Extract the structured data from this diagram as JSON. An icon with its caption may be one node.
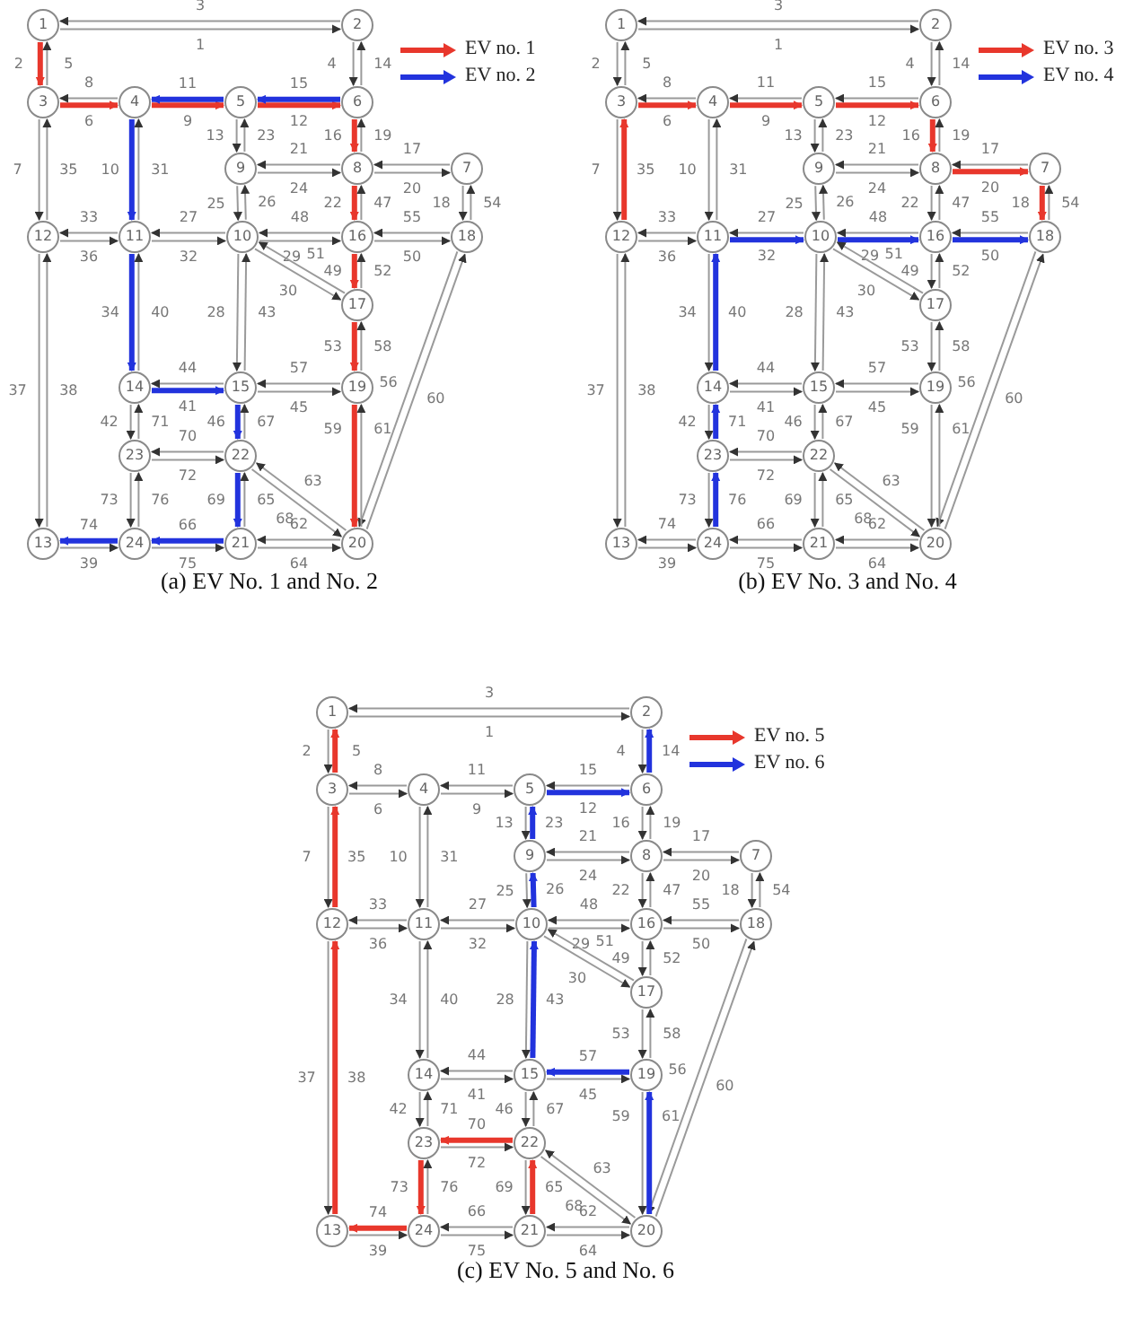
{
  "diagram": {
    "nodes": [
      {
        "text": [
          "1"
        ]
      },
      {
        "text": [
          "2"
        ]
      },
      {
        "text": [
          "3"
        ]
      },
      {
        "text": [
          "4"
        ]
      },
      {
        "text": [
          "5"
        ]
      },
      {
        "text": [
          "6"
        ]
      },
      {
        "text": [
          "7"
        ]
      },
      {
        "text": [
          "8"
        ]
      },
      {
        "text": [
          "9"
        ]
      },
      {
        "text": [
          "10"
        ]
      },
      {
        "text": [
          "11"
        ]
      },
      {
        "text": [
          "12"
        ]
      },
      {
        "text": [
          "13"
        ]
      },
      {
        "text": [
          "14"
        ]
      },
      {
        "text": [
          "15"
        ]
      },
      {
        "text": [
          "16"
        ]
      },
      {
        "text": [
          "17"
        ]
      },
      {
        "text": [
          "18"
        ]
      },
      {
        "text": [
          "19"
        ]
      },
      {
        "text": [
          "20"
        ]
      },
      {
        "text": [
          "21"
        ]
      },
      {
        "text": [
          "22"
        ]
      },
      {
        "text": [
          "23"
        ]
      },
      {
        "text": [
          "24"
        ]
      },
      {
        "text": [
          "1"
        ]
      },
      {
        "text": [
          "2"
        ]
      },
      {
        "text": [
          "3"
        ]
      },
      {
        "text": [
          "4"
        ]
      },
      {
        "text": [
          "5"
        ]
      },
      {
        "text": [
          "6"
        ]
      },
      {
        "text": [
          "7"
        ]
      },
      {
        "text": [
          "8"
        ]
      },
      {
        "text": [
          "9"
        ]
      },
      {
        "text": [
          "10"
        ]
      },
      {
        "text": [
          "11"
        ]
      },
      {
        "text": [
          "12"
        ]
      },
      {
        "text": [
          "13"
        ]
      },
      {
        "text": [
          "14"
        ]
      },
      {
        "text": [
          "15"
        ]
      },
      {
        "text": [
          "16"
        ]
      },
      {
        "text": [
          "17"
        ]
      },
      {
        "text": [
          "18"
        ]
      },
      {
        "text": [
          "19"
        ]
      },
      {
        "text": [
          "20"
        ]
      },
      {
        "text": [
          "21"
        ]
      },
      {
        "text": [
          "22"
        ]
      },
      {
        "text": [
          "23"
        ]
      },
      {
        "text": [
          "24"
        ]
      },
      {
        "text": [
          "1"
        ]
      },
      {
        "text": [
          "2"
        ]
      },
      {
        "text": [
          "3"
        ]
      },
      {
        "text": [
          "4"
        ]
      },
      {
        "text": [
          "5"
        ]
      },
      {
        "text": [
          "6"
        ]
      },
      {
        "text": [
          "7"
        ]
      },
      {
        "text": [
          "8"
        ]
      },
      {
        "text": [
          "9"
        ]
      },
      {
        "text": [
          "10"
        ]
      },
      {
        "text": [
          "11"
        ]
      },
      {
        "text": [
          "12"
        ]
      },
      {
        "text": [
          "13"
        ]
      },
      {
        "text": [
          "14"
        ]
      },
      {
        "text": [
          "15"
        ]
      },
      {
        "text": [
          "16"
        ]
      },
      {
        "text": [
          "17"
        ]
      },
      {
        "text": [
          "18"
        ]
      },
      {
        "text": [
          "19"
        ]
      },
      {
        "text": [
          "20"
        ]
      },
      {
        "text": [
          "21"
        ]
      },
      {
        "text": [
          "22"
        ]
      },
      {
        "text": [
          "23"
        ]
      },
      {
        "text": [
          "24"
        ]
      }
    ],
    "edges": [
      {
        "from": 0,
        "to": 1,
        "arrow": "to",
        "label": "1"
      },
      {
        "from": 0,
        "to": 2,
        "arrow": "to",
        "label": "2",
        "style": "thick",
        "color": "#e8372c"
      },
      {
        "from": 1,
        "to": 0,
        "arrow": "to",
        "label": "3"
      },
      {
        "from": 1,
        "to": 5,
        "arrow": "to",
        "label": "4"
      },
      {
        "from": 2,
        "to": 0,
        "arrow": "to",
        "label": "5"
      },
      {
        "from": 2,
        "to": 3,
        "arrow": "to",
        "label": "6",
        "style": "thick",
        "color": "#e8372c"
      },
      {
        "from": 2,
        "to": 11,
        "arrow": "to",
        "label": "7"
      },
      {
        "from": 3,
        "to": 2,
        "arrow": "to",
        "label": "8"
      },
      {
        "from": 3,
        "to": 4,
        "arrow": "to",
        "label": "9",
        "style": "thick",
        "color": "#e8372c"
      },
      {
        "from": 3,
        "to": 10,
        "arrow": "to",
        "label": "10",
        "style": "thick",
        "color": "#2233dd"
      },
      {
        "from": 4,
        "to": 3,
        "arrow": "to",
        "label": "11",
        "style": "thick",
        "color": "#2233dd"
      },
      {
        "from": 4,
        "to": 5,
        "arrow": "to",
        "label": "12",
        "style": "thick",
        "color": "#e8372c"
      },
      {
        "from": 4,
        "to": 8,
        "arrow": "to",
        "label": "13"
      },
      {
        "from": 5,
        "to": 1,
        "arrow": "to",
        "label": "14"
      },
      {
        "from": 5,
        "to": 4,
        "arrow": "to",
        "label": "15",
        "style": "thick",
        "color": "#2233dd"
      },
      {
        "from": 5,
        "to": 7,
        "arrow": "to",
        "label": "16",
        "style": "thick",
        "color": "#e8372c"
      },
      {
        "from": 6,
        "to": 7,
        "arrow": "to",
        "label": "17"
      },
      {
        "from": 6,
        "to": 17,
        "arrow": "to",
        "label": "18"
      },
      {
        "from": 7,
        "to": 5,
        "arrow": "to",
        "label": "19"
      },
      {
        "from": 7,
        "to": 6,
        "arrow": "to",
        "label": "20"
      },
      {
        "from": 7,
        "to": 8,
        "arrow": "to",
        "label": "21"
      },
      {
        "from": 7,
        "to": 15,
        "arrow": "to",
        "label": "22",
        "style": "thick",
        "color": "#e8372c"
      },
      {
        "from": 8,
        "to": 4,
        "arrow": "to",
        "label": "23"
      },
      {
        "from": 8,
        "to": 7,
        "arrow": "to",
        "label": "24"
      },
      {
        "from": 8,
        "to": 9,
        "arrow": "to",
        "label": "25"
      },
      {
        "from": 9,
        "to": 8,
        "arrow": "to",
        "label": "26"
      },
      {
        "from": 9,
        "to": 10,
        "arrow": "to",
        "label": "27"
      },
      {
        "from": 9,
        "to": 14,
        "arrow": "to",
        "label": "28"
      },
      {
        "from": 9,
        "to": 15,
        "arrow": "to",
        "label": "29"
      },
      {
        "from": 9,
        "to": 16,
        "arrow": "to",
        "label": "30"
      },
      {
        "from": 10,
        "to": 3,
        "arrow": "to",
        "label": "31"
      },
      {
        "from": 10,
        "to": 9,
        "arrow": "to",
        "label": "32"
      },
      {
        "from": 10,
        "to": 11,
        "arrow": "to",
        "label": "33"
      },
      {
        "from": 10,
        "to": 13,
        "arrow": "to",
        "label": "34",
        "style": "thick",
        "color": "#2233dd"
      },
      {
        "from": 11,
        "to": 2,
        "arrow": "to",
        "label": "35"
      },
      {
        "from": 11,
        "to": 10,
        "arrow": "to",
        "label": "36"
      },
      {
        "from": 11,
        "to": 12,
        "arrow": "to",
        "label": "37"
      },
      {
        "from": 12,
        "to": 11,
        "arrow": "to",
        "label": "38"
      },
      {
        "from": 12,
        "to": 23,
        "arrow": "to",
        "label": "39"
      },
      {
        "from": 13,
        "to": 10,
        "arrow": "to",
        "label": "40"
      },
      {
        "from": 13,
        "to": 14,
        "arrow": "to",
        "label": "41",
        "style": "thick",
        "color": "#2233dd"
      },
      {
        "from": 13,
        "to": 22,
        "arrow": "to",
        "label": "42"
      },
      {
        "from": 14,
        "to": 9,
        "arrow": "to",
        "label": "43"
      },
      {
        "from": 14,
        "to": 13,
        "arrow": "to",
        "label": "44"
      },
      {
        "from": 14,
        "to": 18,
        "arrow": "to",
        "label": "45"
      },
      {
        "from": 14,
        "to": 21,
        "arrow": "to",
        "label": "46",
        "style": "thick",
        "color": "#2233dd"
      },
      {
        "from": 15,
        "to": 7,
        "arrow": "to",
        "label": "47"
      },
      {
        "from": 15,
        "to": 9,
        "arrow": "to",
        "label": "48"
      },
      {
        "from": 15,
        "to": 16,
        "arrow": "to",
        "label": "49",
        "style": "thick",
        "color": "#e8372c"
      },
      {
        "from": 15,
        "to": 17,
        "arrow": "to",
        "label": "50"
      },
      {
        "from": 16,
        "to": 9,
        "arrow": "to",
        "label": "51"
      },
      {
        "from": 16,
        "to": 15,
        "arrow": "to",
        "label": "52"
      },
      {
        "from": 16,
        "to": 18,
        "arrow": "to",
        "label": "53",
        "style": "thick",
        "color": "#e8372c"
      },
      {
        "from": 17,
        "to": 6,
        "arrow": "to",
        "label": "54"
      },
      {
        "from": 17,
        "to": 15,
        "arrow": "to",
        "label": "55"
      },
      {
        "from": 17,
        "to": 19,
        "arrow": "to",
        "label": "56"
      },
      {
        "from": 18,
        "to": 14,
        "arrow": "to",
        "label": "57"
      },
      {
        "from": 18,
        "to": 16,
        "arrow": "to",
        "label": "58"
      },
      {
        "from": 18,
        "to": 19,
        "arrow": "to",
        "label": "59",
        "style": "thick",
        "color": "#e8372c"
      },
      {
        "from": 19,
        "to": 17,
        "arrow": "to",
        "label": "60"
      },
      {
        "from": 19,
        "to": 18,
        "arrow": "to",
        "label": "61"
      },
      {
        "from": 19,
        "to": 20,
        "arrow": "to",
        "label": "62"
      },
      {
        "from": 19,
        "to": 21,
        "arrow": "to",
        "label": "63"
      },
      {
        "from": 20,
        "to": 19,
        "arrow": "to",
        "label": "64"
      },
      {
        "from": 20,
        "to": 21,
        "arrow": "to",
        "label": "65"
      },
      {
        "from": 20,
        "to": 23,
        "arrow": "to",
        "label": "66",
        "style": "thick",
        "color": "#2233dd"
      },
      {
        "from": 21,
        "to": 14,
        "arrow": "to",
        "label": "67"
      },
      {
        "from": 21,
        "to": 19,
        "arrow": "to",
        "label": "68"
      },
      {
        "from": 21,
        "to": 20,
        "arrow": "to",
        "label": "69",
        "style": "thick",
        "color": "#2233dd"
      },
      {
        "from": 21,
        "to": 22,
        "arrow": "to",
        "label": "70"
      },
      {
        "from": 22,
        "to": 13,
        "arrow": "to",
        "label": "71"
      },
      {
        "from": 22,
        "to": 21,
        "arrow": "to",
        "label": "72"
      },
      {
        "from": 22,
        "to": 23,
        "arrow": "to",
        "label": "73"
      },
      {
        "from": 23,
        "to": 12,
        "arrow": "to",
        "label": "74",
        "style": "thick",
        "color": "#2233dd"
      },
      {
        "from": 23,
        "to": 20,
        "arrow": "to",
        "label": "75"
      },
      {
        "from": 23,
        "to": 22,
        "arrow": "to",
        "label": "76"
      },
      {
        "from": 24,
        "to": 25,
        "arrow": "to",
        "label": "1"
      },
      {
        "from": 24,
        "to": 26,
        "arrow": "to",
        "label": "2"
      },
      {
        "from": 25,
        "to": 24,
        "arrow": "to",
        "label": "3"
      },
      {
        "from": 25,
        "to": 29,
        "arrow": "to",
        "label": "4"
      },
      {
        "from": 26,
        "to": 24,
        "arrow": "to",
        "label": "5"
      },
      {
        "from": 26,
        "to": 27,
        "arrow": "to",
        "label": "6",
        "style": "thick",
        "color": "#e8372c"
      },
      {
        "from": 26,
        "to": 35,
        "arrow": "to",
        "label": "7"
      },
      {
        "from": 27,
        "to": 26,
        "arrow": "to",
        "label": "8"
      },
      {
        "from": 27,
        "to": 28,
        "arrow": "to",
        "label": "9",
        "style": "thick",
        "color": "#e8372c"
      },
      {
        "from": 27,
        "to": 34,
        "arrow": "to",
        "label": "10"
      },
      {
        "from": 28,
        "to": 27,
        "arrow": "to",
        "label": "11"
      },
      {
        "from": 28,
        "to": 29,
        "arrow": "to",
        "label": "12",
        "style": "thick",
        "color": "#e8372c"
      },
      {
        "from": 28,
        "to": 32,
        "arrow": "to",
        "label": "13"
      },
      {
        "from": 29,
        "to": 25,
        "arrow": "to",
        "label": "14"
      },
      {
        "from": 29,
        "to": 28,
        "arrow": "to",
        "label": "15"
      },
      {
        "from": 29,
        "to": 31,
        "arrow": "to",
        "label": "16",
        "style": "thick",
        "color": "#e8372c"
      },
      {
        "from": 30,
        "to": 31,
        "arrow": "to",
        "label": "17"
      },
      {
        "from": 30,
        "to": 41,
        "arrow": "to",
        "label": "18",
        "style": "thick",
        "color": "#e8372c"
      },
      {
        "from": 31,
        "to": 29,
        "arrow": "to",
        "label": "19"
      },
      {
        "from": 31,
        "to": 30,
        "arrow": "to",
        "label": "20",
        "style": "thick",
        "color": "#e8372c"
      },
      {
        "from": 31,
        "to": 32,
        "arrow": "to",
        "label": "21"
      },
      {
        "from": 31,
        "to": 39,
        "arrow": "to",
        "label": "22"
      },
      {
        "from": 32,
        "to": 28,
        "arrow": "to",
        "label": "23"
      },
      {
        "from": 32,
        "to": 31,
        "arrow": "to",
        "label": "24"
      },
      {
        "from": 32,
        "to": 33,
        "arrow": "to",
        "label": "25"
      },
      {
        "from": 33,
        "to": 32,
        "arrow": "to",
        "label": "26"
      },
      {
        "from": 33,
        "to": 34,
        "arrow": "to",
        "label": "27"
      },
      {
        "from": 33,
        "to": 38,
        "arrow": "to",
        "label": "28"
      },
      {
        "from": 33,
        "to": 39,
        "arrow": "to",
        "label": "29",
        "style": "thick",
        "color": "#2233dd"
      },
      {
        "from": 33,
        "to": 40,
        "arrow": "to",
        "label": "30"
      },
      {
        "from": 34,
        "to": 27,
        "arrow": "to",
        "label": "31"
      },
      {
        "from": 34,
        "to": 33,
        "arrow": "to",
        "label": "32",
        "style": "thick",
        "color": "#2233dd"
      },
      {
        "from": 34,
        "to": 35,
        "arrow": "to",
        "label": "33"
      },
      {
        "from": 34,
        "to": 37,
        "arrow": "to",
        "label": "34"
      },
      {
        "from": 35,
        "to": 26,
        "arrow": "to",
        "label": "35",
        "style": "thick",
        "color": "#e8372c"
      },
      {
        "from": 35,
        "to": 34,
        "arrow": "to",
        "label": "36"
      },
      {
        "from": 35,
        "to": 36,
        "arrow": "to",
        "label": "37"
      },
      {
        "from": 36,
        "to": 35,
        "arrow": "to",
        "label": "38"
      },
      {
        "from": 36,
        "to": 47,
        "arrow": "to",
        "label": "39"
      },
      {
        "from": 37,
        "to": 34,
        "arrow": "to",
        "label": "40",
        "style": "thick",
        "color": "#2233dd"
      },
      {
        "from": 37,
        "to": 38,
        "arrow": "to",
        "label": "41"
      },
      {
        "from": 37,
        "to": 46,
        "arrow": "to",
        "label": "42"
      },
      {
        "from": 38,
        "to": 33,
        "arrow": "to",
        "label": "43"
      },
      {
        "from": 38,
        "to": 37,
        "arrow": "to",
        "label": "44"
      },
      {
        "from": 38,
        "to": 42,
        "arrow": "to",
        "label": "45"
      },
      {
        "from": 38,
        "to": 45,
        "arrow": "to",
        "label": "46"
      },
      {
        "from": 39,
        "to": 31,
        "arrow": "to",
        "label": "47"
      },
      {
        "from": 39,
        "to": 33,
        "arrow": "to",
        "label": "48"
      },
      {
        "from": 39,
        "to": 40,
        "arrow": "to",
        "label": "49"
      },
      {
        "from": 39,
        "to": 41,
        "arrow": "to",
        "label": "50",
        "style": "thick",
        "color": "#2233dd"
      },
      {
        "from": 40,
        "to": 33,
        "arrow": "to",
        "label": "51"
      },
      {
        "from": 40,
        "to": 39,
        "arrow": "to",
        "label": "52"
      },
      {
        "from": 40,
        "to": 42,
        "arrow": "to",
        "label": "53"
      },
      {
        "from": 41,
        "to": 30,
        "arrow": "to",
        "label": "54"
      },
      {
        "from": 41,
        "to": 39,
        "arrow": "to",
        "label": "55"
      },
      {
        "from": 41,
        "to": 43,
        "arrow": "to",
        "label": "56"
      },
      {
        "from": 42,
        "to": 38,
        "arrow": "to",
        "label": "57"
      },
      {
        "from": 42,
        "to": 40,
        "arrow": "to",
        "label": "58"
      },
      {
        "from": 42,
        "to": 43,
        "arrow": "to",
        "label": "59"
      },
      {
        "from": 43,
        "to": 41,
        "arrow": "to",
        "label": "60"
      },
      {
        "from": 43,
        "to": 42,
        "arrow": "to",
        "label": "61"
      },
      {
        "from": 43,
        "to": 44,
        "arrow": "to",
        "label": "62"
      },
      {
        "from": 43,
        "to": 45,
        "arrow": "to",
        "label": "63"
      },
      {
        "from": 44,
        "to": 43,
        "arrow": "to",
        "label": "64"
      },
      {
        "from": 44,
        "to": 45,
        "arrow": "to",
        "label": "65"
      },
      {
        "from": 44,
        "to": 47,
        "arrow": "to",
        "label": "66"
      },
      {
        "from": 45,
        "to": 38,
        "arrow": "to",
        "label": "67"
      },
      {
        "from": 45,
        "to": 43,
        "arrow": "to",
        "label": "68"
      },
      {
        "from": 45,
        "to": 44,
        "arrow": "to",
        "label": "69"
      },
      {
        "from": 45,
        "to": 46,
        "arrow": "to",
        "label": "70"
      },
      {
        "from": 46,
        "to": 37,
        "arrow": "to",
        "label": "71",
        "style": "thick",
        "color": "#2233dd"
      },
      {
        "from": 46,
        "to": 45,
        "arrow": "to",
        "label": "72"
      },
      {
        "from": 46,
        "to": 47,
        "arrow": "to",
        "label": "73"
      },
      {
        "from": 47,
        "to": 36,
        "arrow": "to",
        "label": "74"
      },
      {
        "from": 47,
        "to": 44,
        "arrow": "to",
        "label": "75"
      },
      {
        "from": 47,
        "to": 46,
        "arrow": "to",
        "label": "76",
        "style": "thick",
        "color": "#2233dd"
      },
      {
        "from": 48,
        "to": 49,
        "arrow": "to",
        "label": "1"
      },
      {
        "from": 48,
        "to": 50,
        "arrow": "to",
        "label": "2"
      },
      {
        "from": 49,
        "to": 48,
        "arrow": "to",
        "label": "3"
      },
      {
        "from": 49,
        "to": 53,
        "arrow": "to",
        "label": "4"
      },
      {
        "from": 50,
        "to": 48,
        "arrow": "to",
        "label": "5",
        "style": "thick",
        "color": "#e8372c"
      },
      {
        "from": 50,
        "to": 51,
        "arrow": "to",
        "label": "6"
      },
      {
        "from": 50,
        "to": 59,
        "arrow": "to",
        "label": "7"
      },
      {
        "from": 51,
        "to": 50,
        "arrow": "to",
        "label": "8"
      },
      {
        "from": 51,
        "to": 52,
        "arrow": "to",
        "label": "9"
      },
      {
        "from": 51,
        "to": 58,
        "arrow": "to",
        "label": "10"
      },
      {
        "from": 52,
        "to": 51,
        "arrow": "to",
        "label": "11"
      },
      {
        "from": 52,
        "to": 53,
        "arrow": "to",
        "label": "12",
        "style": "thick",
        "color": "#2233dd"
      },
      {
        "from": 52,
        "to": 56,
        "arrow": "to",
        "label": "13"
      },
      {
        "from": 53,
        "to": 49,
        "arrow": "to",
        "label": "14",
        "style": "thick",
        "color": "#2233dd"
      },
      {
        "from": 53,
        "to": 52,
        "arrow": "to",
        "label": "15"
      },
      {
        "from": 53,
        "to": 55,
        "arrow": "to",
        "label": "16"
      },
      {
        "from": 54,
        "to": 55,
        "arrow": "to",
        "label": "17"
      },
      {
        "from": 54,
        "to": 65,
        "arrow": "to",
        "label": "18"
      },
      {
        "from": 55,
        "to": 53,
        "arrow": "to",
        "label": "19"
      },
      {
        "from": 55,
        "to": 54,
        "arrow": "to",
        "label": "20"
      },
      {
        "from": 55,
        "to": 56,
        "arrow": "to",
        "label": "21"
      },
      {
        "from": 55,
        "to": 63,
        "arrow": "to",
        "label": "22"
      },
      {
        "from": 56,
        "to": 52,
        "arrow": "to",
        "label": "23",
        "style": "thick",
        "color": "#2233dd"
      },
      {
        "from": 56,
        "to": 55,
        "arrow": "to",
        "label": "24"
      },
      {
        "from": 56,
        "to": 57,
        "arrow": "to",
        "label": "25"
      },
      {
        "from": 57,
        "to": 56,
        "arrow": "to",
        "label": "26",
        "style": "thick",
        "color": "#2233dd"
      },
      {
        "from": 57,
        "to": 58,
        "arrow": "to",
        "label": "27"
      },
      {
        "from": 57,
        "to": 62,
        "arrow": "to",
        "label": "28"
      },
      {
        "from": 57,
        "to": 63,
        "arrow": "to",
        "label": "29"
      },
      {
        "from": 57,
        "to": 64,
        "arrow": "to",
        "label": "30"
      },
      {
        "from": 58,
        "to": 51,
        "arrow": "to",
        "label": "31"
      },
      {
        "from": 58,
        "to": 57,
        "arrow": "to",
        "label": "32"
      },
      {
        "from": 58,
        "to": 59,
        "arrow": "to",
        "label": "33"
      },
      {
        "from": 58,
        "to": 61,
        "arrow": "to",
        "label": "34"
      },
      {
        "from": 59,
        "to": 50,
        "arrow": "to",
        "label": "35",
        "style": "thick",
        "color": "#e8372c"
      },
      {
        "from": 59,
        "to": 58,
        "arrow": "to",
        "label": "36"
      },
      {
        "from": 59,
        "to": 60,
        "arrow": "to",
        "label": "37"
      },
      {
        "from": 60,
        "to": 59,
        "arrow": "to",
        "label": "38",
        "style": "thick",
        "color": "#e8372c"
      },
      {
        "from": 60,
        "to": 71,
        "arrow": "to",
        "label": "39"
      },
      {
        "from": 61,
        "to": 58,
        "arrow": "to",
        "label": "40"
      },
      {
        "from": 61,
        "to": 62,
        "arrow": "to",
        "label": "41"
      },
      {
        "from": 61,
        "to": 70,
        "arrow": "to",
        "label": "42"
      },
      {
        "from": 62,
        "to": 57,
        "arrow": "to",
        "label": "43",
        "style": "thick",
        "color": "#2233dd"
      },
      {
        "from": 62,
        "to": 61,
        "arrow": "to",
        "label": "44"
      },
      {
        "from": 62,
        "to": 66,
        "arrow": "to",
        "label": "45"
      },
      {
        "from": 62,
        "to": 69,
        "arrow": "to",
        "label": "46"
      },
      {
        "from": 63,
        "to": 55,
        "arrow": "to",
        "label": "47"
      },
      {
        "from": 63,
        "to": 57,
        "arrow": "to",
        "label": "48"
      },
      {
        "from": 63,
        "to": 64,
        "arrow": "to",
        "label": "49"
      },
      {
        "from": 63,
        "to": 65,
        "arrow": "to",
        "label": "50"
      },
      {
        "from": 64,
        "to": 57,
        "arrow": "to",
        "label": "51"
      },
      {
        "from": 64,
        "to": 63,
        "arrow": "to",
        "label": "52"
      },
      {
        "from": 64,
        "to": 66,
        "arrow": "to",
        "label": "53"
      },
      {
        "from": 65,
        "to": 54,
        "arrow": "to",
        "label": "54"
      },
      {
        "from": 65,
        "to": 63,
        "arrow": "to",
        "label": "55"
      },
      {
        "from": 65,
        "to": 67,
        "arrow": "to",
        "label": "56"
      },
      {
        "from": 66,
        "to": 62,
        "arrow": "to",
        "label": "57",
        "style": "thick",
        "color": "#2233dd"
      },
      {
        "from": 66,
        "to": 64,
        "arrow": "to",
        "label": "58"
      },
      {
        "from": 66,
        "to": 67,
        "arrow": "to",
        "label": "59"
      },
      {
        "from": 67,
        "to": 65,
        "arrow": "to",
        "label": "60"
      },
      {
        "from": 67,
        "to": 66,
        "arrow": "to",
        "label": "61",
        "style": "thick",
        "color": "#2233dd"
      },
      {
        "from": 67,
        "to": 68,
        "arrow": "to",
        "label": "62"
      },
      {
        "from": 67,
        "to": 69,
        "arrow": "to",
        "label": "63"
      },
      {
        "from": 68,
        "to": 67,
        "arrow": "to",
        "label": "64"
      },
      {
        "from": 68,
        "to": 69,
        "arrow": "to",
        "label": "65",
        "style": "thick",
        "color": "#e8372c"
      },
      {
        "from": 68,
        "to": 71,
        "arrow": "to",
        "label": "66"
      },
      {
        "from": 69,
        "to": 62,
        "arrow": "to",
        "label": "67"
      },
      {
        "from": 69,
        "to": 67,
        "arrow": "to",
        "label": "68"
      },
      {
        "from": 69,
        "to": 68,
        "arrow": "to",
        "label": "69"
      },
      {
        "from": 69,
        "to": 70,
        "arrow": "to",
        "label": "70",
        "style": "thick",
        "color": "#e8372c"
      },
      {
        "from": 70,
        "to": 61,
        "arrow": "to",
        "label": "71"
      },
      {
        "from": 70,
        "to": 69,
        "arrow": "to",
        "label": "72"
      },
      {
        "from": 70,
        "to": 71,
        "arrow": "to",
        "label": "73",
        "style": "thick",
        "color": "#e8372c"
      },
      {
        "from": 71,
        "to": 60,
        "arrow": "to",
        "label": "74",
        "style": "thick",
        "color": "#e8372c"
      },
      {
        "from": 71,
        "to": 68,
        "arrow": "to",
        "label": "75"
      },
      {
        "from": 71,
        "to": 70,
        "arrow": "to",
        "label": "76"
      }
    ],
    "labels": [
      "(a) EV No. 1 and No. 2",
      "(b) EV No. 3 and No. 4",
      "(c) EV No. 5 and No. 6"
    ],
    "legend": [
      {
        "text": "EV no. 1",
        "color": "#e8372c"
      },
      {
        "text": "EV no. 2",
        "color": "#2233dd"
      },
      {
        "text": "EV no. 3",
        "color": "#e8372c"
      },
      {
        "text": "EV no. 4",
        "color": "#2233dd"
      },
      {
        "text": "EV no. 5",
        "color": "#e8372c"
      },
      {
        "text": "EV no. 6",
        "color": "#2233dd"
      }
    ]
  }
}
